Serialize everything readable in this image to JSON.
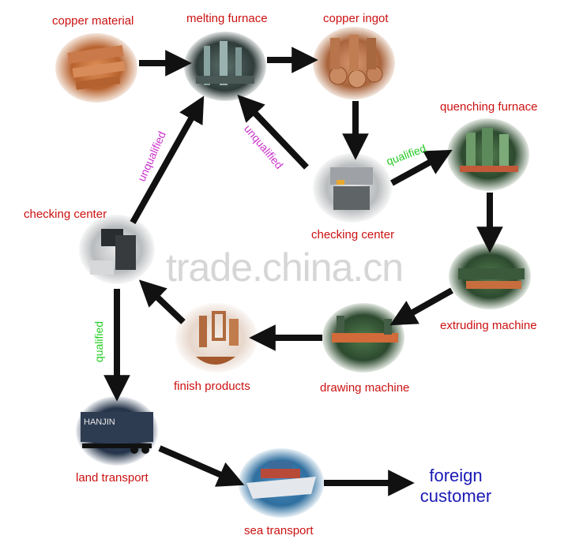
{
  "nodes": {
    "copper_material": "copper material",
    "melting_furnace": "melting furnace",
    "copper_ingot": "copper ingot",
    "quenching_furnace": "quenching furnace",
    "checking_center_right": "checking center",
    "checking_center_left": "checking center",
    "extruding_machine": "extruding machine",
    "drawing_machine": "drawing machine",
    "finish_products": "finish products",
    "land_transport": "land transport",
    "sea_transport": "sea transport"
  },
  "destination": {
    "line1": "foreign",
    "line2": "customer"
  },
  "edges": {
    "unqualified_left": "unqualified",
    "unqualified_right": "unqualified",
    "qualified_right": "qualified",
    "qualified_left": "qualified"
  },
  "watermark": "trade.china.cn",
  "colors": {
    "node_label": "#cc1111",
    "unqualified": "#cc33cc",
    "qualified": "#22cc22",
    "destination": "#1a1ab5",
    "arrow": "#111111"
  }
}
